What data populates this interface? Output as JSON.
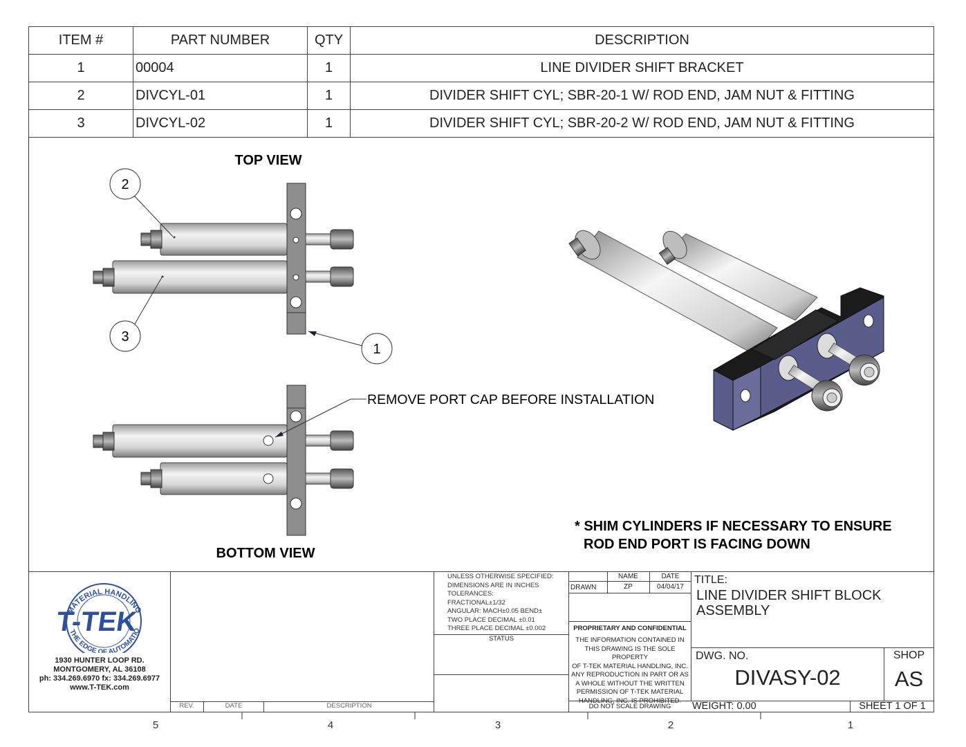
{
  "bom": {
    "headers": [
      "ITEM #",
      "PART NUMBER",
      "QTY",
      "DESCRIPTION"
    ],
    "rows": [
      {
        "item": "1",
        "part": "00004",
        "qty": "1",
        "desc": "LINE DIVIDER SHIFT BRACKET"
      },
      {
        "item": "2",
        "part": "DIVCYL-01",
        "qty": "1",
        "desc": "DIVIDER SHIFT CYL; SBR-20-1 W/ ROD END, JAM NUT & FITTING"
      },
      {
        "item": "3",
        "part": "DIVCYL-02",
        "qty": "1",
        "desc": "DIVIDER SHIFT CYL; SBR-20-2 W/ ROD END, JAM NUT & FITTING"
      }
    ]
  },
  "views": {
    "top": "TOP VIEW",
    "bottom": "BOTTOM VIEW",
    "balloons": [
      "1",
      "2",
      "3"
    ],
    "callout": "REMOVE PORT CAP BEFORE INSTALLATION",
    "note_line1": "* SHIM CYLINDERS IF NECESSARY TO ENSURE",
    "note_line2": "ROD END PORT IS FACING DOWN"
  },
  "company": {
    "logo_text": "T-TEK",
    "logo_ring_top": "MATERIAL HANDLING, INC.",
    "logo_ring_bottom": "THE EDGE OF AUTOMATION",
    "address1": "1930 HUNTER LOOP RD.",
    "address2": "MONTGOMERY, AL   36108",
    "phone": "ph: 334.269.6970 fx: 334.269.6977",
    "web": "www.T-TEK.com"
  },
  "revisions": {
    "rev": "REV.",
    "date": "DATE",
    "description": "DESCRIPTION"
  },
  "tolerances": {
    "l1": "UNLESS OTHERWISE SPECIFIED:",
    "l2": "DIMENSIONS ARE IN INCHES",
    "l3": "TOLERANCES:",
    "l4": "FRACTIONAL±1/32",
    "l5": "ANGULAR: MACH±0.05 BEND±",
    "l6": "TWO PLACE DECIMAL   ±0.01",
    "l7": "THREE PLACE DECIMAL ±0.002",
    "status": "STATUS"
  },
  "drawn": {
    "name_hdr": "NAME",
    "date_hdr": "DATE",
    "label": "DRAWN",
    "name": "ZP",
    "date": "04/04/17"
  },
  "proprietary": {
    "title": "PROPRIETARY AND CONFIDENTIAL",
    "lines": [
      "THE INFORMATION CONTAINED IN",
      "THIS DRAWING IS THE SOLE PROPERTY",
      "OF T-TEK MATERIAL HANDLING, INC.",
      "ANY REPRODUCTION IN PART OR AS",
      "A WHOLE WITHOUT THE WRITTEN",
      "PERMISSION OF T-TEK MATERIAL",
      "HANDLING, INC. IS PROHIBITED."
    ],
    "no_scale": "DO NOT SCALE DRAWING"
  },
  "title_block": {
    "title_label": "TITLE:",
    "title_line1": "LINE DIVIDER SHIFT BLOCK",
    "title_line2": "ASSEMBLY",
    "dwg_label": "DWG.  NO.",
    "dwg_no": "DIVASY-02",
    "shop_label": "SHOP",
    "shop": "AS",
    "weight": "WEIGHT: 0.00",
    "sheet": "SHEET 1 OF 1"
  },
  "zones": [
    "5",
    "4",
    "3",
    "2",
    "1"
  ],
  "colors": {
    "line": "#333333",
    "bracket_face": "#5a5d8c",
    "bracket_top": "#1a1a1a",
    "logo_blue": "#2c4fa0"
  }
}
